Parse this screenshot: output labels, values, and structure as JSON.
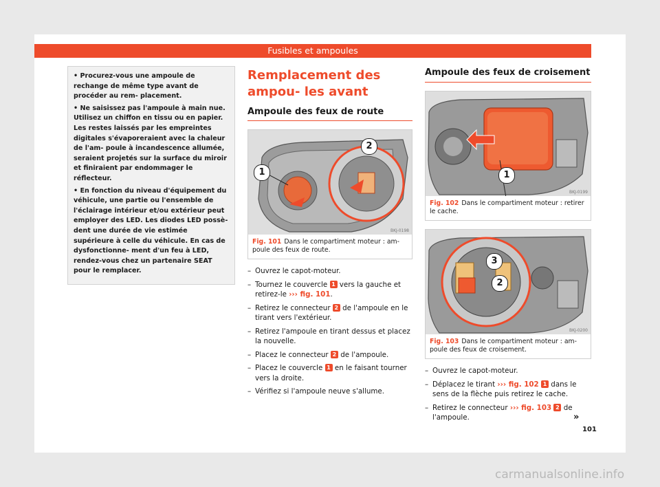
{
  "header": {
    "title": "Fusibles et ampoules"
  },
  "notes": [
    "• Procurez-vous une ampoule de rechange de même type avant de procéder au rem- placement.",
    "• Ne saisissez pas l'ampoule à main nue. Utilisez un chiffon en tissu ou en papier. Les restes laissés par les empreintes digitales s'évaporeraient avec la chaleur de l'am- poule à incandescence allumée, seraient projetés sur la surface du miroir et finiraient par endommager le réflecteur.",
    "• En fonction du niveau d'équipement du véhicule, une partie ou l'ensemble de l'éclairage intérieur et/ou extérieur peut employer des LED. Les diodes LED possè- dent une durée de vie estimée supérieure à celle du véhicule. En cas de dysfonctionne- ment d'un feu à LED, rendez-vous chez un partenaire SEAT pour le remplacer."
  ],
  "section": {
    "title": "Remplacement des ampou- les avant",
    "high_beam": {
      "title": "Ampoule des feux de route",
      "figure": {
        "ref": "BKJ-0198",
        "num": "Fig. 101",
        "caption": "Dans le compartiment moteur : am- poule des feux de route.",
        "callout1": "1",
        "callout2": "2"
      },
      "steps": {
        "s1": "Ouvrez le capot-moteur.",
        "s2a": "Tournez le couvercle",
        "s2n": "1",
        "s2b": "vers la gauche et retirez-le",
        "s2ref": "››› fig. 101",
        "s2c": ".",
        "s3a": "Retirez le connecteur",
        "s3n": "2",
        "s3b": "de l'ampoule en le tirant vers l'extérieur.",
        "s4": "Retirez l'ampoule en tirant dessus et placez la nouvelle.",
        "s5a": "Placez le connecteur",
        "s5n": "2",
        "s5b": "de l'ampoule.",
        "s6a": "Placez le couvercle",
        "s6n": "1",
        "s6b": "en le faisant tourner vers la droite.",
        "s7": "Vérifiez si l'ampoule neuve s'allume."
      }
    },
    "low_beam": {
      "title": "Ampoule des feux de croisement",
      "figure1": {
        "ref": "BKJ-0199",
        "num": "Fig. 102",
        "caption": "Dans le compartiment moteur : retirer le cache.",
        "callout1": "1"
      },
      "figure2": {
        "ref": "BKJ-0200",
        "num": "Fig. 103",
        "caption": "Dans le compartiment moteur : am- poule des feux de croisement.",
        "callout3": "3",
        "callout2": "2"
      },
      "steps": {
        "s1": "Ouvrez le capot-moteur.",
        "s2a": "Déplacez le tirant",
        "s2ref": "››› fig. 102",
        "s2n": "1",
        "s2b": "dans le sens de la flèche puis retirez le cache.",
        "s3a": "Retirez le connecteur",
        "s3ref": "››› fig. 103",
        "s3n": "2",
        "s3b": "de l'ampoule."
      }
    }
  },
  "footer": {
    "continue": "»",
    "page": "101",
    "watermark": "carmanualsonline.info"
  },
  "colors": {
    "accent": "#ee4b2b",
    "page": "#ffffff",
    "background": "#e9e9e9"
  }
}
